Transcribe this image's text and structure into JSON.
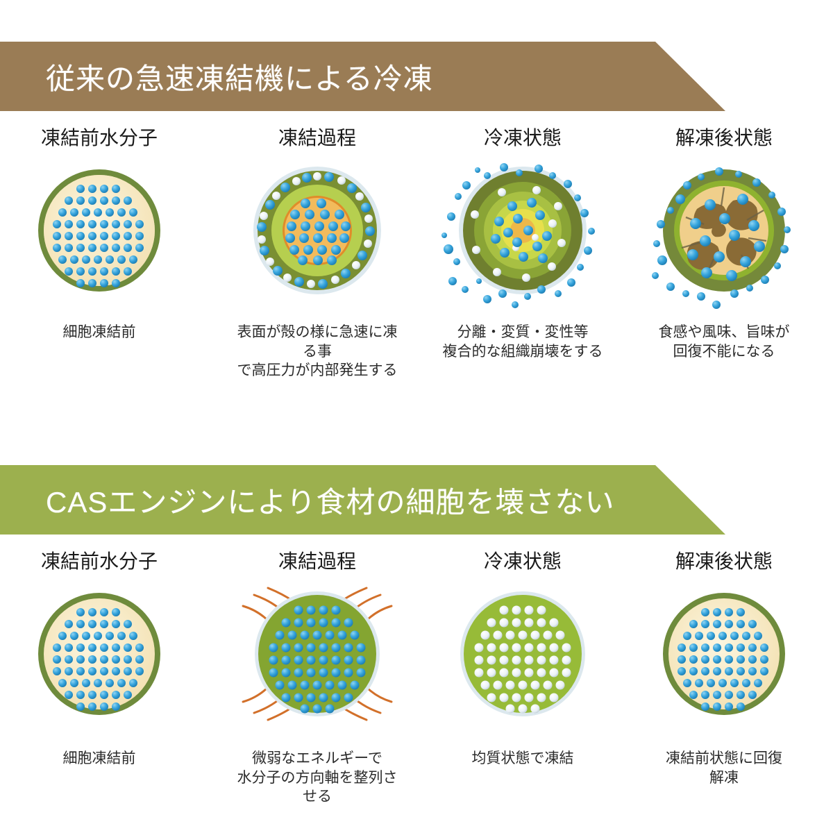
{
  "colors": {
    "banner_brown": "#9a7c55",
    "banner_green": "#9cb04e",
    "cell_wall_olive": "#6f8b3c",
    "cell_fill_cream": "#f6e7bc",
    "water_blue": "#3aa6dd",
    "ice_white": "#eef4f7",
    "dark_olive": "#7a8f33",
    "mid_green": "#9cbb42",
    "light_green": "#b6cf4f",
    "yellow_core": "#ece44a",
    "orange_core": "#efb348",
    "tan": "#f0cf8b",
    "brown_tissue": "#8a6b36",
    "energy_orange": "#d2702a",
    "halo_blue": "#dce8ee",
    "text_dark": "#1a1a1a"
  },
  "sections": [
    {
      "id": "conventional",
      "banner_label": "従来の急速凍結機による冷凍",
      "banner_color": "#9a7c55",
      "columns": [
        {
          "title": "凍結前水分子",
          "caption": "細胞凍結前",
          "diagram": "cell-before-freeze"
        },
        {
          "title": "凍結過程",
          "caption": "表面が殻の様に急速に凍る事\nで高圧力が内部発生する",
          "diagram": "conventional-freezing"
        },
        {
          "title": "冷凍状態",
          "caption": "分離・変質・変性等\n複合的な組織崩壊をする",
          "diagram": "conventional-frozen"
        },
        {
          "title": "解凍後状態",
          "caption": "食感や風味、旨味が\n回復不能になる",
          "diagram": "conventional-thawed"
        }
      ]
    },
    {
      "id": "cas",
      "banner_label": "CASエンジンにより食材の細胞を壊さない",
      "banner_color": "#9cb04e",
      "columns": [
        {
          "title": "凍結前水分子",
          "caption": "細胞凍結前",
          "diagram": "cell-before-freeze"
        },
        {
          "title": "凍結過程",
          "caption": "微弱なエネルギーで\n水分子の方向軸を整列させる",
          "diagram": "cas-freezing"
        },
        {
          "title": "冷凍状態",
          "caption": "均質状態で凍結",
          "diagram": "cas-frozen"
        },
        {
          "title": "解凍後状態",
          "caption": "凍結前状態に回復\n解凍",
          "diagram": "cas-thawed"
        }
      ]
    }
  ]
}
